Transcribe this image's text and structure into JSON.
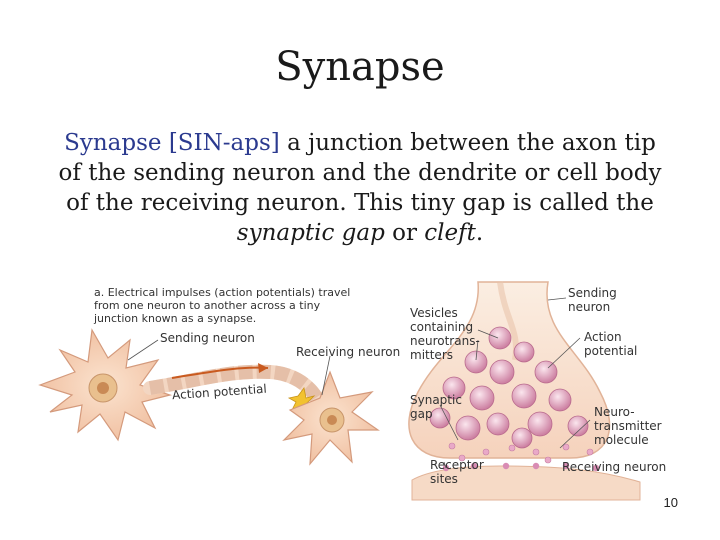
{
  "slide": {
    "title": "Synapse",
    "definition": {
      "term": "Synapse [SIN-aps]",
      "text1": " a junction between the axon tip of the sending neuron and the dendrite or cell body of the receiving neuron. This tiny gap is called the ",
      "em1": "synaptic gap",
      "text2": " or ",
      "em2": "cleft",
      "text3": "."
    },
    "figure_left": {
      "caption": "a. Electrical impulses (action potentials) travel from one neuron to another across a tiny junction known as a synapse.",
      "sending_neuron": "Sending neuron",
      "receiving_neuron": "Receiving neuron",
      "action_potential": "Action potential"
    },
    "figure_right": {
      "sending_neuron": "Sending neuron",
      "vesicles": "Vesicles containing neurotrans-mitters",
      "action_potential": "Action potential",
      "synaptic_gap": "Synaptic gap",
      "neurotransmitter": "Neuro-transmitter molecule",
      "receptor_sites": "Receptor sites",
      "receiving_neuron": "Receiving neuron"
    },
    "page_number": "10"
  }
}
